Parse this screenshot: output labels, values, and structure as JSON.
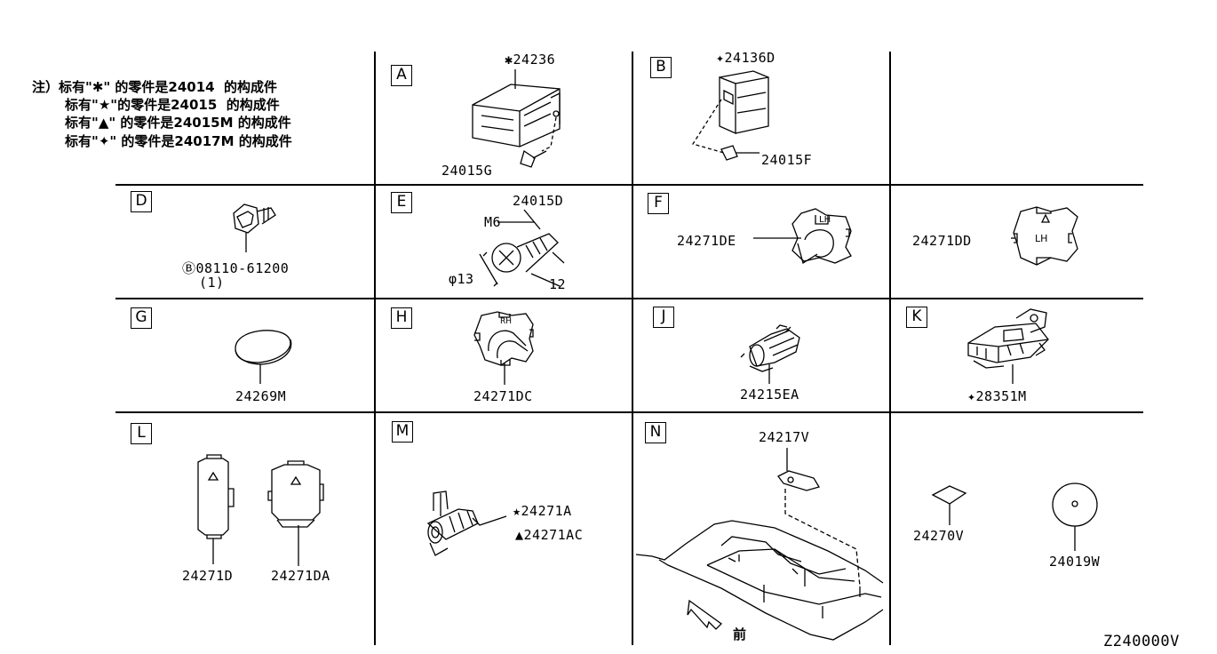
{
  "notes": {
    "line1": "注）标有\"✱\" 的零件是24014  的构成件",
    "line2": "标有\"★\"的零件是24015  的构成件",
    "line3": "标有\"▲\" 的零件是24015M 的构成件",
    "line4": "标有\"✦\" 的零件是24017M 的构成件"
  },
  "cells": {
    "A": {
      "letter": "A",
      "part1": "✱24236",
      "part2": "24015G"
    },
    "B": {
      "letter": "B",
      "part1": "✦24136D",
      "part2": "24015F"
    },
    "D": {
      "letter": "D",
      "part1": "Ⓑ08110-61200",
      "qty": "(1)"
    },
    "E": {
      "letter": "E",
      "part1": "24015D",
      "m6": "M6",
      "phi13": "φ13",
      "dim12": "12"
    },
    "F": {
      "letter": "F",
      "part1": "24271DE",
      "part2": "24271DD",
      "lh1": "LH",
      "lh2": "LH"
    },
    "G": {
      "letter": "G",
      "part1": "24269M"
    },
    "H": {
      "letter": "H",
      "part1": "24271DC",
      "rh": "RH"
    },
    "J": {
      "letter": "J",
      "part1": "24215EA"
    },
    "K": {
      "letter": "K",
      "part1": "✦28351M"
    },
    "L": {
      "letter": "L",
      "part1": "24271D",
      "part2": "24271DA"
    },
    "M": {
      "letter": "M",
      "part1": "★24271A",
      "part2": "▲24271AC"
    },
    "N": {
      "letter": "N",
      "part1": "24217V",
      "front": "前"
    },
    "P": {
      "part1": "24270V",
      "part2": "24019W"
    }
  },
  "diagram_code": "Z240000V"
}
